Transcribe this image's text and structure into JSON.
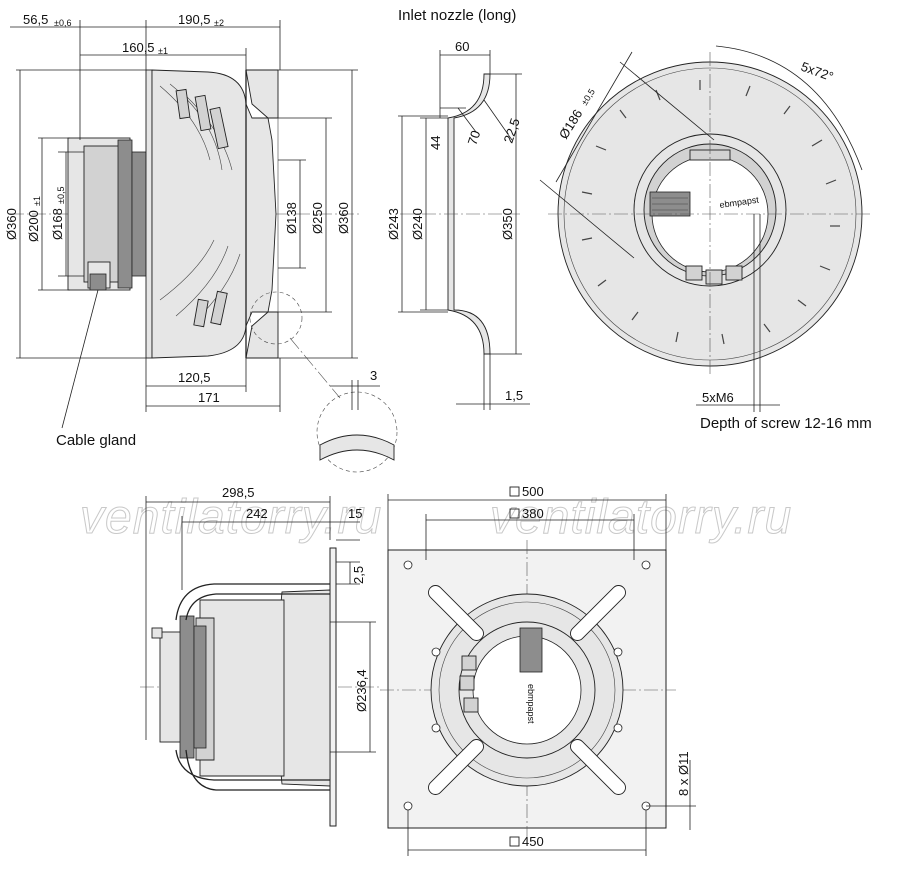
{
  "watermark": [
    "ventilatorry.ru",
    "ventilatorry.ru"
  ],
  "labels": {
    "inlet_nozzle": "Inlet nozzle (long)",
    "cable_gland": "Cable gland",
    "screw_thread": "5xM6",
    "screw_depth": "Depth of screw 12-16 mm",
    "angle": "5x72°"
  },
  "side_view": {
    "d_56_5": "56,5",
    "tol_56_5": "±0,6",
    "d_190_5": "190,5",
    "tol_190_5": "±2",
    "d_160_5": "160,5",
    "tol_160_5": "±1",
    "d_360_left": "Ø360",
    "d_200": "Ø200",
    "tol_200": "±1",
    "d_168": "Ø168",
    "tol_168": "±0,5",
    "d_138": "Ø138",
    "d_250": "Ø250",
    "d_360_right": "Ø360",
    "d_120_5": "120,5",
    "d_171": "171",
    "d_3": "3"
  },
  "nozzle_view": {
    "d_60": "60",
    "d_44": "44",
    "d_70": "70",
    "d_22_5": "22,5",
    "d_243": "Ø243",
    "d_240": "Ø240",
    "d_350": "Ø350",
    "d_1_5": "1,5"
  },
  "front_view": {
    "d_186": "Ø186",
    "tol_186": "±0,5",
    "brand_mark": "ebmpapst"
  },
  "bottom_side": {
    "d_298_5": "298,5",
    "d_242": "242",
    "d_15": "15",
    "d_2_5": "2,5",
    "d_236_4": "Ø236,4"
  },
  "plate_view": {
    "d_500": "500",
    "d_380": "380",
    "d_450": "450",
    "d_holes": "8 x Ø11",
    "brand_mark": "ebmpapst"
  }
}
